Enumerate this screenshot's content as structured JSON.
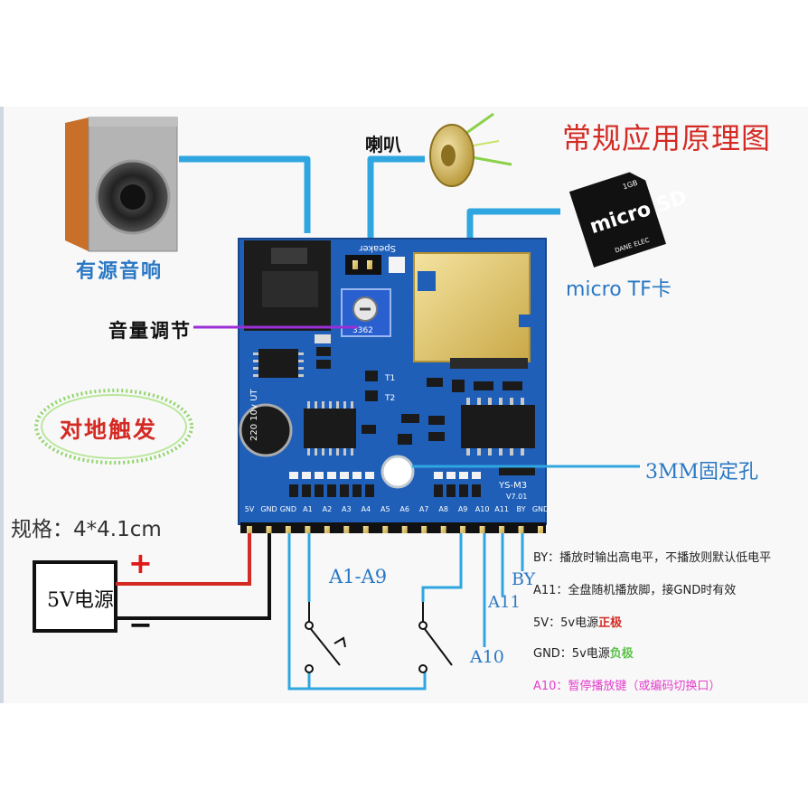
{
  "diagram": {
    "title": "常规应用原理图",
    "labels": {
      "active_speaker": "有源音响",
      "horn": "喇叭",
      "micro_tf": "micro TF卡",
      "volume": "音量调节",
      "ground_trigger": "对地触发",
      "mount_hole": "3MM固定孔",
      "spec": "规格：4*4.1cm",
      "psu": "5V电源",
      "plus": "+",
      "minus": "−",
      "a1_a9": "A1-A9",
      "by": "BY",
      "a11": "A11",
      "a10": "A10"
    },
    "board": {
      "model": "YS-M3",
      "version": "V7.01",
      "speaker_silk": "Speaker",
      "pot_code": "3362",
      "cap_text": "220 10v UT",
      "t1": "T1",
      "t2": "T2",
      "sd_brand": "micro SD",
      "sd_size": "1GB",
      "sd_vendor": "DANE ELEC",
      "pins": [
        "5V",
        "GND",
        "GND",
        "A1",
        "A2",
        "A3",
        "A4",
        "A5",
        "A6",
        "A7",
        "A8",
        "A9",
        "A10",
        "A11",
        "BY",
        "GND"
      ]
    },
    "notes": {
      "by": "BY：播放时输出高电平，不播放则默认低电平",
      "a11": "A11：全盘随机播放脚，接GND时有效",
      "v5_prefix": "5V：5v电源",
      "v5_hl": "正极",
      "gnd_prefix": "GND：5v电源",
      "gnd_hl": "负极",
      "a10": "A10：暂停播放键（或编码切换口）"
    },
    "colors": {
      "wire_blue": "#2fa6e0",
      "wire_red": "#d42a24",
      "pcb_blue": "#1f5fb8",
      "title_red": "#d42a24",
      "label_blue": "#2a78c4",
      "note_magenta": "#e43fcc",
      "note_green": "#5cc24a"
    }
  }
}
